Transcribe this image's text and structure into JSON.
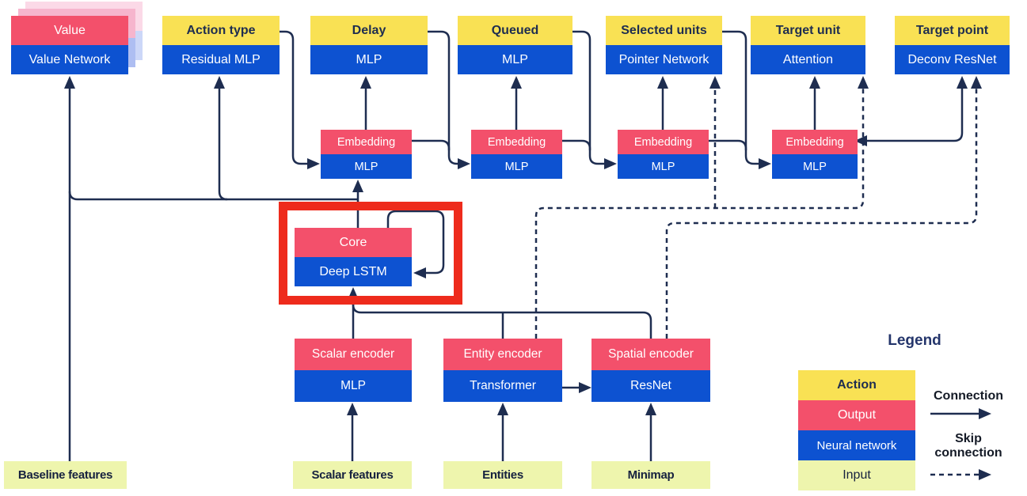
{
  "diagram": {
    "heads": [
      {
        "id": "value",
        "action": "Value",
        "network": "Value Network"
      },
      {
        "id": "action-type",
        "action": "Action type",
        "network": "Residual MLP"
      },
      {
        "id": "delay",
        "action": "Delay",
        "network": "MLP"
      },
      {
        "id": "queued",
        "action": "Queued",
        "network": "MLP"
      },
      {
        "id": "selected-units",
        "action": "Selected units",
        "network": "Pointer Network"
      },
      {
        "id": "target-unit",
        "action": "Target unit",
        "network": "Attention"
      },
      {
        "id": "target-point",
        "action": "Target point",
        "network": "Deconv ResNet"
      }
    ],
    "embeddings": [
      {
        "output": "Embedding",
        "network": "MLP"
      },
      {
        "output": "Embedding",
        "network": "MLP"
      },
      {
        "output": "Embedding",
        "network": "MLP"
      },
      {
        "output": "Embedding",
        "network": "MLP"
      }
    ],
    "core": {
      "output": "Core",
      "network": "Deep LSTM"
    },
    "encoders": [
      {
        "output": "Scalar encoder",
        "network": "MLP"
      },
      {
        "output": "Entity encoder",
        "network": "Transformer"
      },
      {
        "output": "Spatial encoder",
        "network": "ResNet"
      }
    ],
    "inputs": [
      "Baseline features",
      "Scalar features",
      "Entities",
      "Minimap"
    ]
  },
  "legend": {
    "title": "Legend",
    "items": [
      {
        "label": "Action"
      },
      {
        "label": "Output"
      },
      {
        "label": "Neural network"
      },
      {
        "label": "Input"
      }
    ],
    "connection_label": "Connection",
    "skip_connection_label": "Skip connection"
  },
  "colors": {
    "action_yellow": "#f9e154",
    "output_pink": "#f3506b",
    "network_blue": "#0d52d1",
    "input_green": "#eef5ad",
    "connector_navy": "#1e2d50",
    "highlight_red": "#ee2b1c",
    "shadow_pink": "#f6b5cd",
    "shadow_blue": "#aebef2"
  }
}
